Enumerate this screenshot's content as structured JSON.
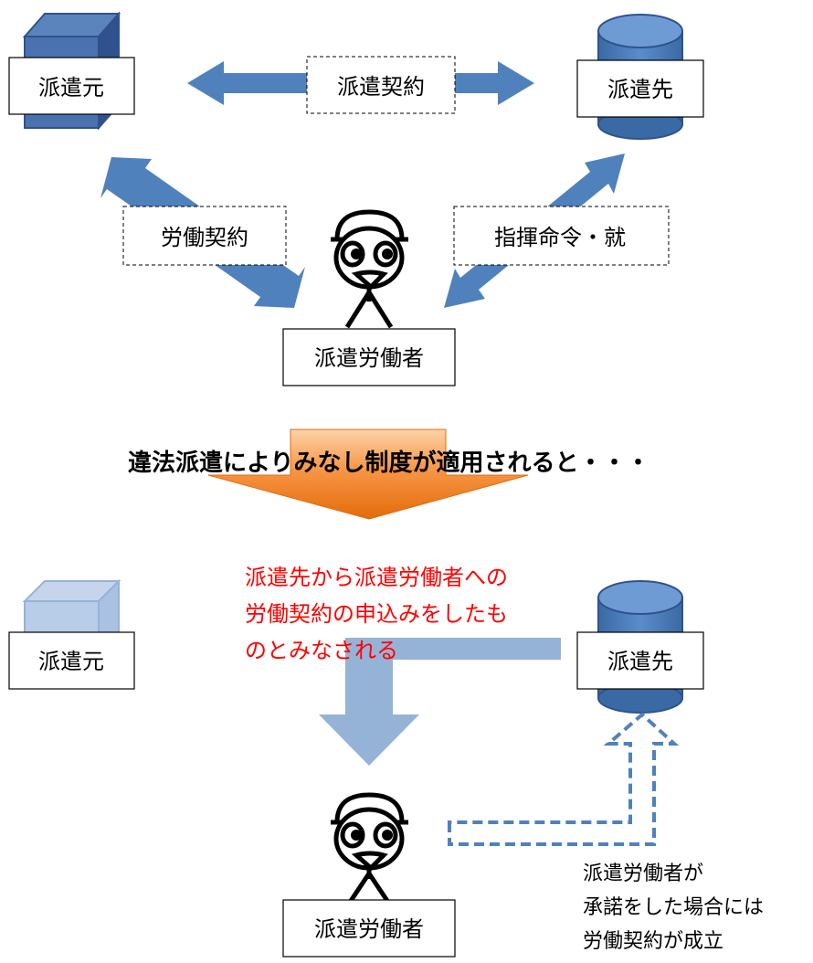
{
  "top": {
    "dispatcher_label": "派遣元",
    "client_label": "派遣先",
    "worker_label": "派遣労働者",
    "contract_dispatch": "派遣契約",
    "contract_labor": "労働契約",
    "command_label": "指揮命令・就"
  },
  "headline": "違法派遣によりみなし制度が適用されると・・・",
  "bottom": {
    "dispatcher_label": "派遣元",
    "client_label": "派遣先",
    "worker_label": "派遣労働者",
    "offer_lines": [
      "派遣先から派遣労働者への",
      "労働契約の申込みをしたも",
      "のとみなされる"
    ],
    "note_lines": [
      "派遣労働者が",
      "承諾をした場合には",
      "労働契約が成立"
    ]
  },
  "colors": {
    "arrow_blue": "#4f81bd",
    "light_blue": "#95b3d7",
    "orange": "#f79646",
    "red_text": "#ff0000"
  }
}
